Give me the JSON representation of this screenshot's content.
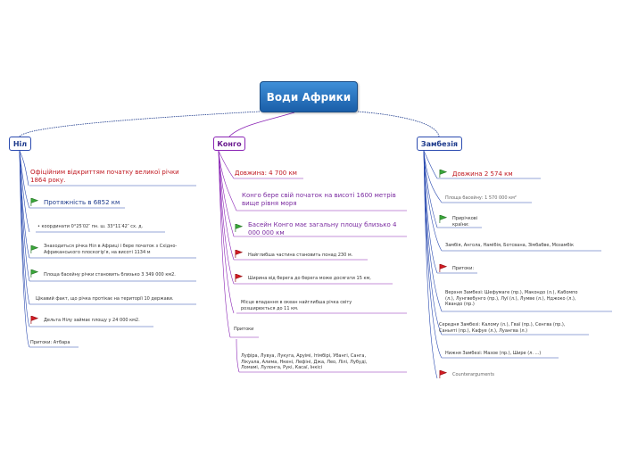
{
  "root": {
    "title": "Води Африки"
  },
  "branches": {
    "nile": {
      "label": "Ніл",
      "items": [
        "Офіційним відкриттям початку великої річки",
        "1864 року.",
        "Протяжність в 6852 км",
        "• координати 0°25′02″ пн. ш. 33°11′42″ сх. д.",
        "Знаходиться річка Ніл в Африці і бере початок з Східно-",
        "Африканського плоскогір'я, на висоті 1134 м",
        "Площа басейну річки становить близько 3 349 000 км2.",
        "Цікавий факт, що річка протікає на території 10 держави.",
        "Дельта Нілу займає площу у 24 000 км2.",
        "Притоки: Атбара"
      ]
    },
    "congo": {
      "label": "Конго",
      "items": [
        "Довжина: 4 700 км",
        "Конго бере свій початок на висоті 1600 метрів",
        "вище рівня моря",
        "Басейн Конго має загальну площу близько 4",
        "000 000 км",
        "Найглибша частина становить понад 230 м.",
        "Ширина від берега до берега може досягати 15 км,",
        "Місце впадання в океан найглибша річка світу",
        "розширюється до 11 км.",
        "Притоки",
        "Луфіра, Лувуа, Лукуга, Аруімі, Ітімбірі, Убангі, Санга,",
        "Лікуала, Алима, Нкені, Лефіні, Джа, Лео, Лілі, Лубуді,",
        "Ломамі, Лулонга, Рукі, Касаї, Інкісі"
      ]
    },
    "zambezi": {
      "label": "Замбезія",
      "items": [
        "Довжина 2 574 км",
        "Площа басейну: 1 570 000 км²",
        "Прирічкові",
        "країни:",
        "Замбія, Ангола, Намібія, Ботсвана, Зімбабве, Мозамбік",
        "Притоки:",
        "Верхня Замбезі: Шефумаге (пр.), Макондо (л.), Кабомпо",
        "(л.), Лунгвебунго (пр.), Луї (л.), Лумве (л.), Нджоко (л.),",
        "Квандо (пр.)",
        "Середня Замбезі: Калому (л.), Гваї (пр.), Сенгва (пр.),",
        "Саньяті (пр.), Кафуе (л.), Луангва (л.)",
        "Нижня Замбезі: Мазое (пр.), Шире (л. ...)",
        "Counterarguments"
      ]
    }
  },
  "colors": {
    "nile": "#2b4bb0",
    "congo": "#8a24b5",
    "zambezi": "#2b4bb0",
    "red_text": "#c01820",
    "flag_green": "#3aa83a",
    "flag_red": "#d41c24"
  }
}
